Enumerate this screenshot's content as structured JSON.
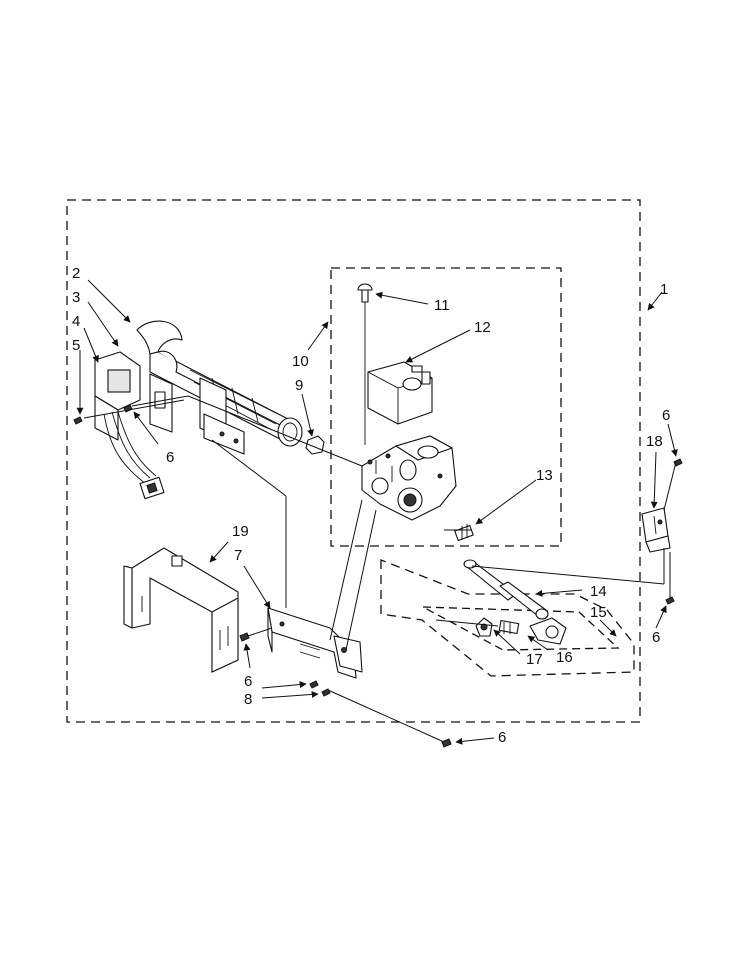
{
  "callouts": {
    "c1": "1",
    "c2": "2",
    "c3": "3",
    "c4": "4",
    "c5": "5",
    "c6a": "6",
    "c6b": "6",
    "c6c": "6",
    "c6d": "6",
    "c6e": "6",
    "c7": "7",
    "c8": "8",
    "c9": "9",
    "c10": "10",
    "c11": "11",
    "c12": "12",
    "c13": "13",
    "c14": "14",
    "c15": "15",
    "c16": "16",
    "c17": "17",
    "c18": "18",
    "c19": "19"
  }
}
